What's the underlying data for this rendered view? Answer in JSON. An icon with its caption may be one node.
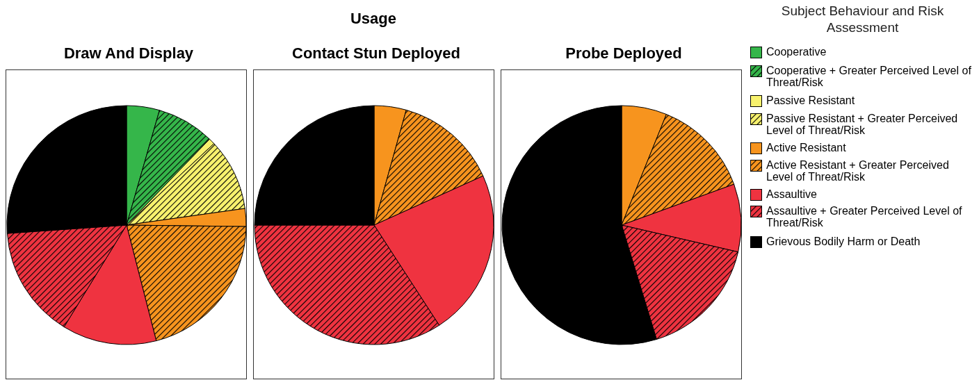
{
  "diagram": {
    "title": "Usage",
    "labels": [
      "Draw And Display",
      "Contact Stun Deployed",
      "Probe Deployed",
      "Subject Behaviour and Risk Assessment"
    ],
    "legend": [
      {
        "text": "Cooperative",
        "color": "#35b64a"
      },
      {
        "text": "Cooperative + Greater Perceived Level of Threat/Risk",
        "color": "#35b64a"
      },
      {
        "text": "Passive Resistant",
        "color": "#f8f26e"
      },
      {
        "text": "Passive Resistant + Greater Perceived Level of Threat/Risk",
        "color": "#f8f26e"
      },
      {
        "text": "Active Resistant",
        "color": "#f7941e"
      },
      {
        "text": "Active Resistant + Greater Perceived Level of Threat/Risk",
        "color": "#f7941e"
      },
      {
        "text": "Assaultive",
        "color": "#ef3340"
      },
      {
        "text": "Assaultive + Greater Perceived Level of Threat/Risk",
        "color": "#ef3340"
      },
      {
        "text": "Grievous Bodily Harm or Death",
        "color": "#000000"
      }
    ]
  }
}
